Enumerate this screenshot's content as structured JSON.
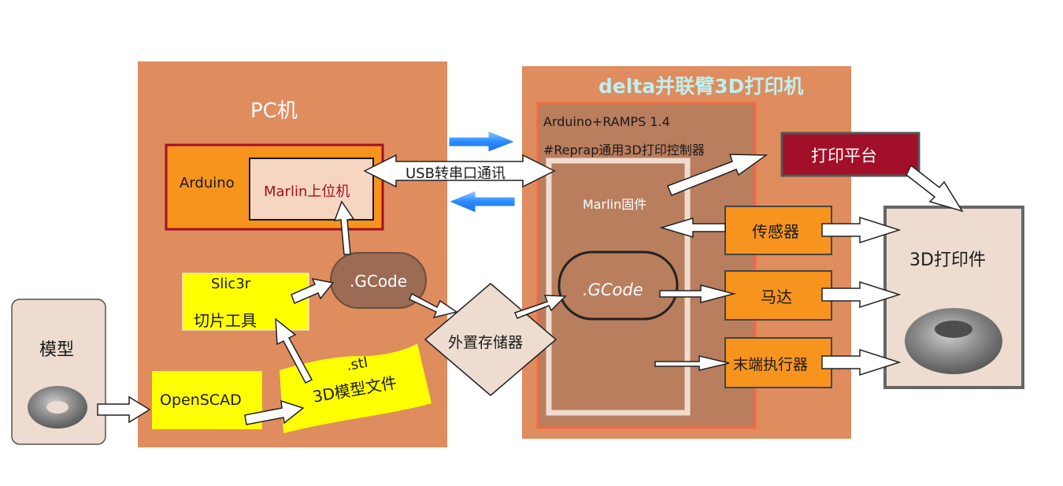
{
  "pc": {
    "title": "PC机",
    "arduino_label": "Arduino",
    "marlin_host_label": "Marlin上位机"
  },
  "usb_label": "USB转串口通讯",
  "slicer": {
    "name": "Slic3r",
    "subtitle": "切片工具"
  },
  "gcode_label": ".GCode",
  "openscad_label": "OpenSCAD",
  "stl": {
    "ext": ".stl",
    "label": "3D模型文件"
  },
  "model_label": "模型",
  "storage_label": "外置存储器",
  "printer": {
    "title": "delta并联臂3D打印机",
    "controller_line1": "Arduino+RAMPS 1.4",
    "controller_line2": "#Reprap通用3D打印控制器",
    "firmware_label": "Marlin固件",
    "gcode_label": ".GCode"
  },
  "platform_label": "打印平台",
  "sensor_label": "传感器",
  "motor_label": "马达",
  "effector_label": "末端执行器",
  "output_label": "3D打印件",
  "colors": {
    "panel": "#df8c5f",
    "panel_dark": "#b97e5e",
    "orange_box": "#f7941e",
    "peach": "#f6d6c0",
    "dark_red": "#a20f28",
    "yellow": "#ffff00",
    "beige": "#eddccf",
    "gcode_fill": "#9b6b54",
    "blue_arrow": "#1e90ff"
  }
}
